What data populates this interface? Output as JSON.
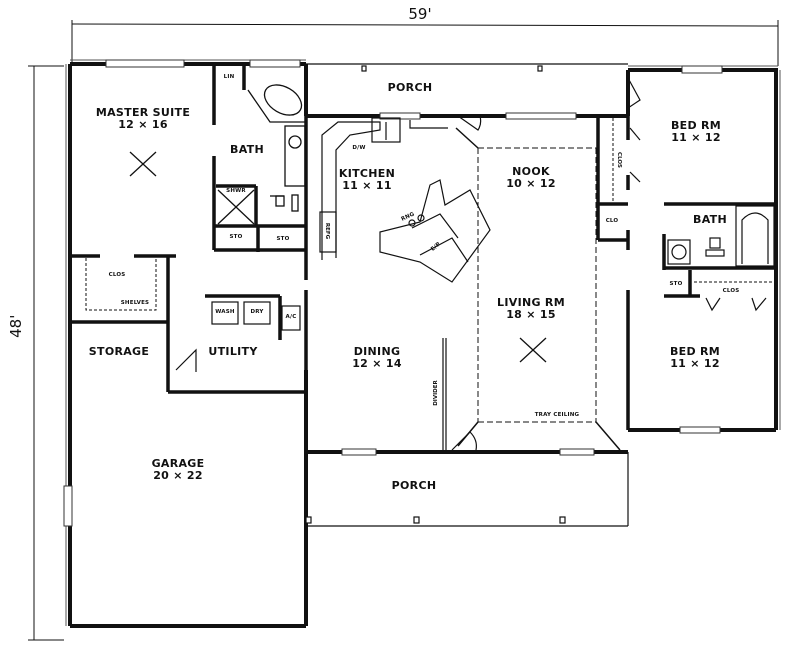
{
  "plan": {
    "overall_width": "59'",
    "overall_depth": "48'",
    "rooms": [
      {
        "id": "master_suite",
        "name": "MASTER SUITE",
        "size": "12 × 16"
      },
      {
        "id": "master_bath",
        "name": "BATH",
        "size": ""
      },
      {
        "id": "porch_rear",
        "name": "PORCH",
        "size": ""
      },
      {
        "id": "kitchen",
        "name": "KITCHEN",
        "size": "11 × 11"
      },
      {
        "id": "nook",
        "name": "NOOK",
        "size": "10 × 12"
      },
      {
        "id": "bed_rm_1",
        "name": "BED RM",
        "size": "11 × 12"
      },
      {
        "id": "bath_2",
        "name": "BATH",
        "size": ""
      },
      {
        "id": "living_rm",
        "name": "LIVING RM",
        "size": "18 × 15"
      },
      {
        "id": "dining",
        "name": "DINING",
        "size": "12 × 14"
      },
      {
        "id": "bed_rm_2",
        "name": "BED RM",
        "size": "11 × 12"
      },
      {
        "id": "storage",
        "name": "STORAGE",
        "size": ""
      },
      {
        "id": "utility",
        "name": "UTILITY",
        "size": ""
      },
      {
        "id": "garage",
        "name": "GARAGE",
        "size": "20 × 22"
      },
      {
        "id": "porch_front",
        "name": "PORCH",
        "size": ""
      }
    ],
    "small_labels": {
      "lin": "LIN",
      "shwr": "SHWR",
      "sto_1": "STO",
      "sto_2": "STO",
      "sto_3": "STO",
      "dw": "D/W",
      "refg": "REFG",
      "rng": "RNG",
      "ep": "E/P",
      "clos_1": "CLOS",
      "clos_2": "CLOS",
      "clos_3": "CLOS",
      "clo": "CLO",
      "shelves": "SHELVES",
      "wash": "WASH",
      "dry": "DRY",
      "ac": "A/C",
      "divider": "DIVIDER",
      "tray_ceiling": "TRAY CEILING"
    },
    "colors": {
      "line": "#111111",
      "background": "#ffffff"
    }
  }
}
